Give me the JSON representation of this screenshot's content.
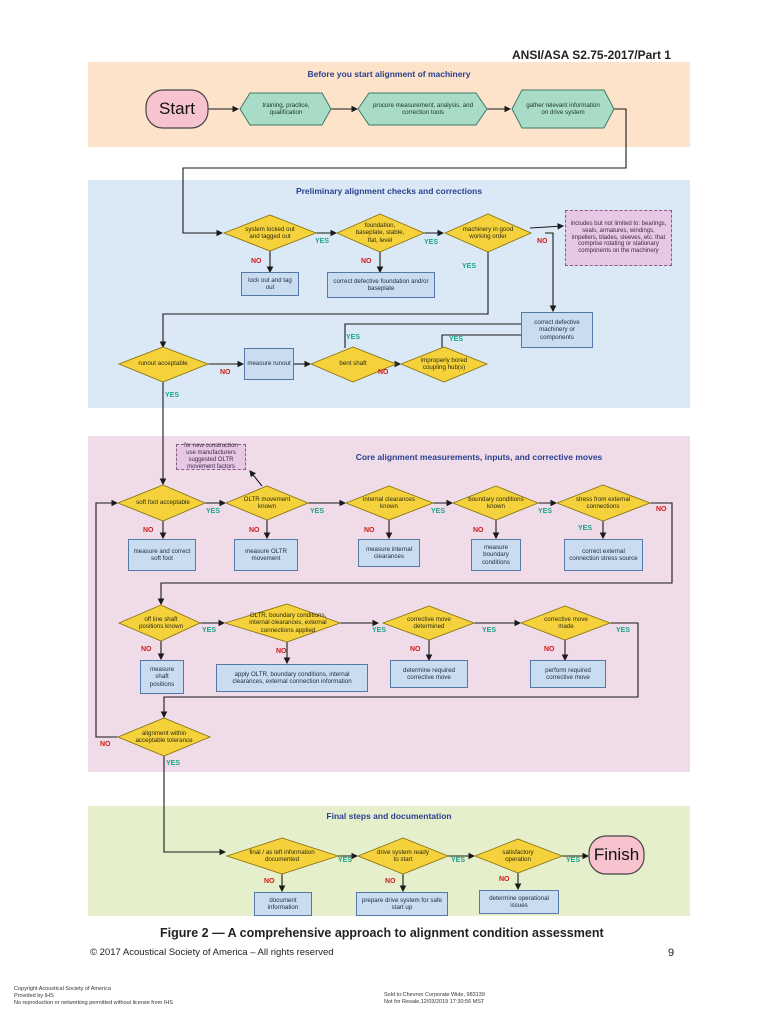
{
  "header": {
    "doc_id": "ANSI/ASA S2.75-2017/Part 1"
  },
  "sections": {
    "before": "Before you start alignment of machinery",
    "prelim": "Preliminary alignment checks and corrections",
    "core": "Core alignment measurements, inputs, and corrective moves",
    "final": "Final steps and documentation"
  },
  "terminals": {
    "start": "Start",
    "finish": "Finish"
  },
  "s1": {
    "training": "training, practice, qualification",
    "procure": "procure measurement, analysis, and correction tools",
    "gather": "gather relevant information on drive system"
  },
  "s2": {
    "d_locked": "system locked out and tagged out",
    "d_foundation": "foundation, baseplate, stable, flat, level",
    "d_machinery": "machinery in good working order",
    "note_includes": "includes but not limited to: bearings, seals, armatures, windings, impellers, blades, sleeves, etc. that comprise rotating or stationary components on the machinery",
    "b_lockout": "lock out and tag out",
    "b_foundation": "correct defective foundation and/or baseplate",
    "b_machinery": "correct defective machinery or components",
    "d_runout": "runout acceptable",
    "b_runout": "measure runout",
    "d_bent": "bent shaft",
    "d_bored": "improperly bored coupling hub(s)"
  },
  "s3": {
    "note_oltr": "for new construction use manufacturers suggested OLTR movement factors",
    "d_softfoot": "soft foot acceptable",
    "d_oltr": "OLTR movement known",
    "d_internal": "internal clearances known",
    "d_boundary": "boundary conditions known",
    "d_stress": "stress from external connections",
    "b_softfoot": "measure and correct soft foot",
    "b_oltr": "measure OLTR movement",
    "b_internal": "measure internal clearances",
    "b_boundary": "measure boundary conditions",
    "b_stress": "correct external connection stress source",
    "d_offline": "off line shaft positions known",
    "d_applied": "OLTR, boundary conditions, internal clearances, external connections applied",
    "d_determined": "corrective move determined",
    "d_made": "corrective move made",
    "b_offline": "measure shaft positions",
    "b_apply": "apply OLTR, boundary conditions, internal clearances, external connection information",
    "b_determine": "determine required corrective move",
    "b_perform": "perform required corrective move",
    "d_tolerance": "alignment within acceptable tolerance"
  },
  "s4": {
    "d_asleft": "final / as left information documented",
    "d_ready": "drive system ready to start",
    "d_satisfactory": "satisfactory operation",
    "b_document": "document information",
    "b_prepare": "prepare drive system for safe start up",
    "b_determine": "determine operational issues"
  },
  "labels": {
    "yes": "YES",
    "no": "NO"
  },
  "caption": "Figure 2 — A comprehensive approach to alignment condition assessment",
  "copyright": "© 2017 Acoustical Society of America – All rights reserved",
  "page_number": "9",
  "footer": {
    "left1": "Copyright Acoustical Society of America",
    "left2": "Provided by IHS",
    "left3": "No reproduction or networking permitted without license from IHS",
    "right1": "Sold to:Chevron Corporate Wide, 983139",
    "right2": "Not for Resale,12/03/2019 17:30:56 MST"
  },
  "colors": {
    "before_bg": "#fde3c9",
    "prelim_bg": "#dbe9f6",
    "core_bg": "#efdce8",
    "final_bg": "#e6efcc",
    "diamond": "#f5d23c",
    "hexagon": "#a8dcc6",
    "box": "#c9dcf0",
    "yes": "#1aa38a",
    "no": "#d01818"
  }
}
